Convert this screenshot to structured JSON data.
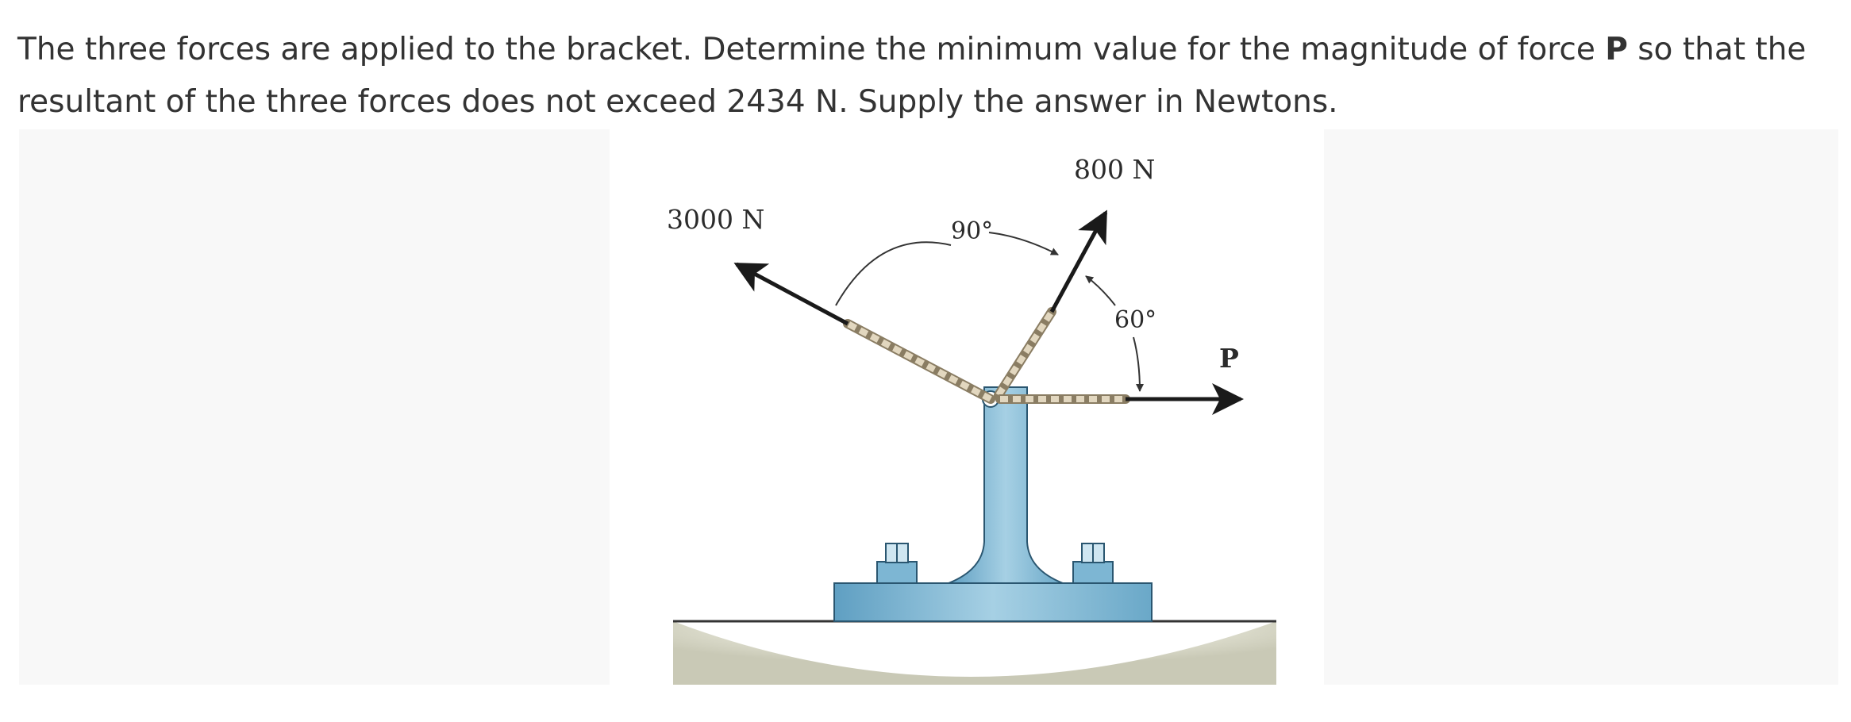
{
  "question": {
    "part1": "The three forces are applied to the bracket. Determine the minimum value for the magnitude of force ",
    "bold": "P",
    "part2": " so that the resultant of the three forces does not exceed 2434 N. Supply the answer in Newtons."
  },
  "figure": {
    "force_left_label": "3000 N",
    "force_top_label": "800 N",
    "force_right_label": "P",
    "angle_left_label": "90°",
    "angle_right_label": "60°",
    "colors": {
      "bracket": "#7db6d3",
      "bracket_edge": "#2a5670",
      "ground": "#d8d8c8",
      "arrow": "#1a1a1a",
      "rope": "#d9cdb4"
    }
  }
}
